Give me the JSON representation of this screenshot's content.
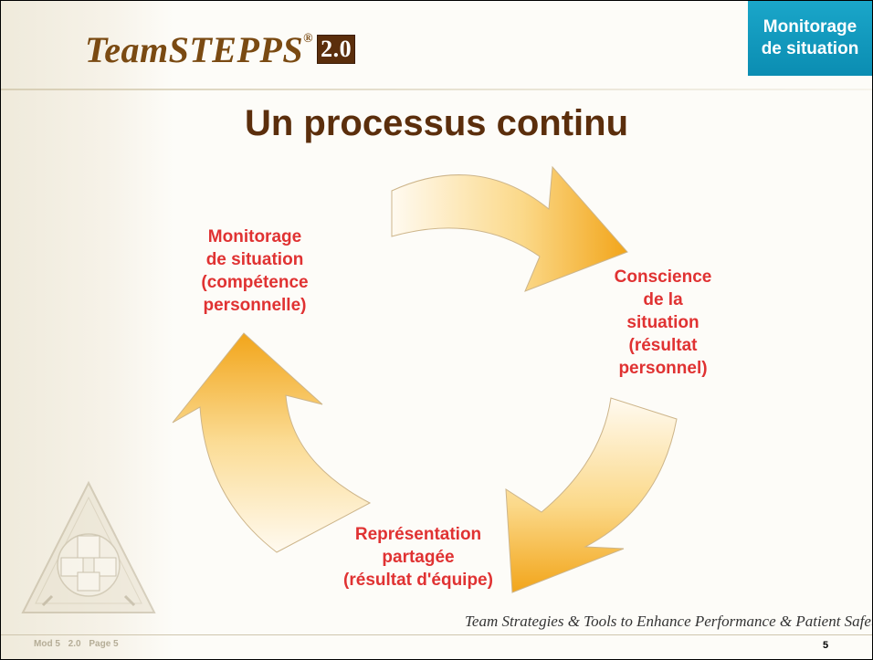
{
  "logo": {
    "brand": "TeamSTEPPS",
    "registered": "®",
    "version": "2.0"
  },
  "topic": {
    "line1": "Monitorage",
    "line2": "de situation"
  },
  "title": "Un processus continu",
  "cycle": {
    "situation_monitoring": [
      "Monitorage",
      "de situation",
      "(compétence",
      "personnelle)"
    ],
    "situation_awareness": [
      "Conscience",
      "de la",
      "situation",
      "(résultat",
      "personnel)"
    ],
    "shared_mental_model": [
      "Représentation",
      "partagée",
      "(résultat d'équipe)"
    ]
  },
  "footer": {
    "module": "Mod 5",
    "version": "2.0",
    "page_label": "Page 5",
    "tagline": "Team Strategies & Tools to Enhance Performance & Patient Safety",
    "page_number": "5"
  },
  "colors": {
    "title": "#5b2e0c",
    "cycle_label": "#e03232",
    "topic_box": "#0b8db2",
    "arrow_dark": "#f2a51a",
    "arrow_light": "#fff7e2"
  }
}
